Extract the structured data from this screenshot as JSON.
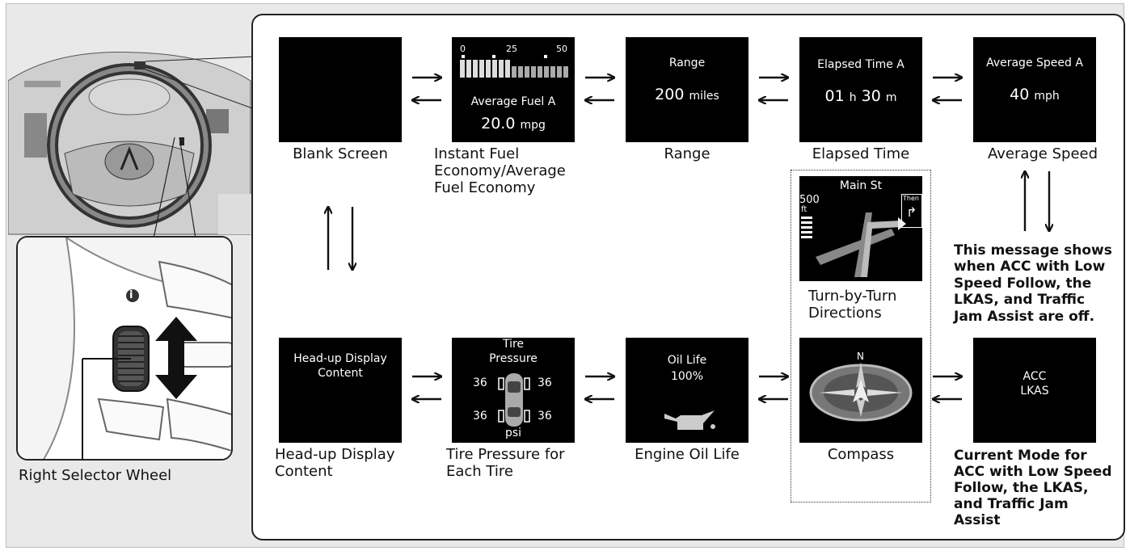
{
  "screens": {
    "blank": {
      "caption": "Blank Screen"
    },
    "fuel": {
      "scale": [
        "0",
        "25",
        "50"
      ],
      "title": "Average Fuel A",
      "value": "20.0",
      "unit": "mpg",
      "caption_lines": [
        "Instant Fuel",
        "Economy/Average",
        "Fuel Economy"
      ]
    },
    "range": {
      "title": "Range",
      "value": "200",
      "unit": "miles",
      "caption": "Range"
    },
    "elapsed": {
      "title": "Elapsed Time A",
      "hours": "01",
      "h": "h",
      "minutes": "30",
      "m": "m",
      "caption": "Elapsed Time"
    },
    "avgspeed": {
      "title": "Average Speed A",
      "value": "40",
      "unit": "mph",
      "caption": "Average Speed"
    },
    "turn": {
      "street": "Main St",
      "distance": "500",
      "dist_unit": "ft",
      "then": "Then",
      "caption_lines": [
        "Turn-by-Turn",
        "Directions"
      ]
    },
    "hud": {
      "title_lines": [
        "Head-up Display",
        "Content"
      ],
      "caption_lines": [
        "Head-up Display",
        "Content"
      ]
    },
    "tire": {
      "title_lines": [
        "Tire",
        "Pressure"
      ],
      "fl": "36",
      "fr": "36",
      "rl": "36",
      "rr": "36",
      "unit": "psi",
      "caption_lines": [
        "Tire Pressure for",
        "Each Tire"
      ]
    },
    "oil": {
      "title": "Oil Life",
      "value": "100%",
      "caption": "Engine Oil Life"
    },
    "compass": {
      "north": "N",
      "caption": "Compass"
    },
    "acc": {
      "lines": [
        "ACC",
        "LKAS"
      ],
      "caption_lines": [
        "Current Mode for",
        "ACC with Low Speed",
        "Follow, the LKAS,",
        "and Traffic Jam",
        "Assist"
      ]
    }
  },
  "note_lines": [
    "This message shows",
    "when ACC with Low",
    "Speed Follow, the",
    "LKAS, and Traffic",
    "Jam Assist are off."
  ],
  "selector_label": "Right Selector Wheel",
  "info_symbol": "i"
}
